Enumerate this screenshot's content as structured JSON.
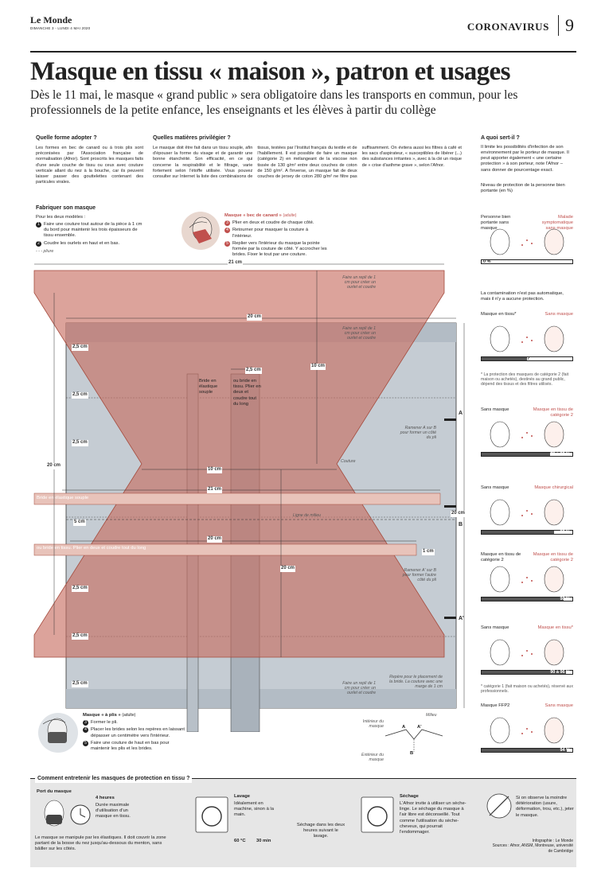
{
  "masthead": {
    "paper": "Le Monde",
    "date": "DIMANCHE 3 - LUNDI 4 MAI 2020",
    "section": "CORONAVIRUS",
    "page": "9"
  },
  "headline": "Masque en tissu « maison », patron et usages",
  "standfirst": "Dès le 11 mai, le masque « grand public » sera obligatoire dans les transports en commun, pour les professionnels de la petite enfance, les enseignants et les élèves à partir du collège",
  "forme": {
    "title": "Quelle forme adopter ?",
    "text": "Les formes en bec de canard ou à trois plis sont préconisées par l'Association française de normalisation (Afnor). Sont proscrits les masques faits d'une seule couche de tissu ou ceux avec couture verticale allant du nez à la bouche, car ils peuvent laisser passer des gouttelettes contenant des particules virales."
  },
  "matieres": {
    "title": "Quelles matières privilégier ?",
    "text": "Le masque doit être fait dans un tissu souple, afin d'épouser la forme du visage et de garantir une bonne étanchéité. Son efficacité, en ce qui concerne la respirabilité et le filtrage, varie fortement selon l'étoffe utilisée. Vous pouvez consulter sur Internet la liste des combinaisons de tissus, testées par l'Institut français du textile et de l'habillement. Il est possible de faire un masque (catégorie 2) en mélangeant de la viscose non tissée de 130 g/m² entre deux couches de coton de 150 g/m². A l'inverse, un masque fait de deux couches de jersey de coton 280 g/m² ne filtre pas suffisamment. On évitera aussi les filtres à café et les sacs d'aspirateur, « susceptibles de libérer (...) des substances irritantes », avec à la clé un risque de « crise d'asthme grave », selon l'Afnor."
  },
  "fabriquer": {
    "title": "Fabriquer son masque",
    "intro": "Pour les deux modèles :",
    "steps": [
      {
        "n": "1",
        "text": "Faire une couture tout autour de la pièce à 1 cm du bord pour maintenir les trois épaisseurs de tissu ensemble."
      },
      {
        "n": "2",
        "text": "Coudre les ourlets en haut et en bas."
      }
    ],
    "pliure": "pliure"
  },
  "bec": {
    "title": "Masque « bec de canard »",
    "suffix": "(adulte)",
    "steps": [
      {
        "n": "3",
        "text": "Plier en deux et coudre de chaque côté."
      },
      {
        "n": "4",
        "text": "Retourner pour masquer la couture à l'intérieur."
      },
      {
        "n": "5",
        "text": "Replier vers l'intérieur du masque la pointe formée par la couture de côté. Y accrocher les brides. Fixer le tout par une couture."
      }
    ]
  },
  "plis": {
    "title": "Masque « à plis »",
    "suffix": "(adulte)",
    "steps": [
      {
        "n": "3",
        "text": "Former le pli."
      },
      {
        "n": "4",
        "text": "Placer les brides selon les repères en laissant dépasser un centimètre vers l'intérieur."
      },
      {
        "n": "5",
        "text": "Faire une couture de haut en bas pour maintenir les plis et les brides."
      }
    ]
  },
  "pattern": {
    "d21": "21 cm",
    "d20": "20 cm",
    "d10": "10 cm",
    "d2_5": "2,5 cm",
    "d5": "5 cm",
    "d1": "1 cm",
    "ourlet": "Faire un repli de 1 cm pour créer un ourlet et coudre",
    "bride_souple": "Bride en élastique souple",
    "bride_tissu": "ou bride en tissu. Plier en deux et coudre tout du long",
    "bride_bar": "Bride en élastique souple",
    "tissu_bar": "ou bride en tissu. Plier en deux et coudre tout du long",
    "ramener_a": "Ramener A sur B pour former un côté du pli",
    "ramener_a2": "Ramener A' sur B pour former l'autre côté du pli",
    "couture": "Couture",
    "milieu": "Ligne de milieu",
    "repere": "Repère pour le placement de la bride. La couture avec une marge de 1 cm",
    "A": "A",
    "B": "B",
    "A2": "A'",
    "interieur": "Intérieur du masque",
    "exterieur": "Extérieur du masque",
    "milieu_small": "Milieu"
  },
  "aquoi": {
    "title": "A quoi sert-il ?",
    "text": "Il limite les possibilités d'infection de son environnement par le porteur de masque. Il peut apporter également « une certaine protection » à son porteur, note l'Afnor – sans donner de pourcentage exact.",
    "niveau": "Niveau de protection de la personne bien portante (en %)",
    "rows": [
      {
        "left": "Personne bien portante sans masque",
        "right": "Malade symptomatique sans masque",
        "value": 0,
        "label": "0 %"
      },
      {
        "left": "Masque en tissu*",
        "right": "Sans masque",
        "value": 50,
        "label": "?"
      },
      {
        "left": "Sans masque",
        "right": "Masque en tissu de catégorie 2",
        "value": 75,
        "label": "70 à 80 %"
      },
      {
        "left": "Sans masque",
        "right": "Masque chirurgical",
        "value": 80,
        "label": "80 %"
      },
      {
        "left": "Masque en tissu de catégorie 2",
        "right": "Masque en tissu de catégorie 2",
        "value": 90,
        "label": "90 %"
      },
      {
        "left": "Sans masque",
        "right": "Masque en tissu*",
        "value": 93,
        "label": "90 à 96 %"
      },
      {
        "left": "Masque FFP2",
        "right": "Sans masque",
        "value": 94,
        "label": "94 %"
      }
    ],
    "contamination": "La contamination n'est pas automatique, mais il n'y a aucune protection.",
    "note1": "* La protection des masques de catégorie 2 (fait maison ou achetés), destinés au grand public, dépend des tissus et des filtres utilisés.",
    "note2": "* catégorie 1 (fait maison ou achetés), réservé aux professionnels."
  },
  "entretien": {
    "title": "Comment entretenir les masques de protection en tissu ?",
    "port": "Port du masque",
    "heures": "4 heures",
    "duree": "Durée maximale d'utilisation d'un masque en tissu.",
    "manip": "Le masque se manipule par les élastiques. Il doit couvrir la zone partant de la bosse du nez jusqu'au-dessous du menton, sans bâiller sur les côtés.",
    "lavage": "Lavage",
    "lavage_text": "Idéalement en machine, sinon à la main.",
    "temp": "60 °C",
    "min": "30 min",
    "sechage_delai": "Séchage dans les deux heures suivant le lavage.",
    "sechage": "Séchage",
    "sechage_text": "L'Afnor invite à utiliser un sèche-linge. Le séchage du masque à l'air libre est déconseillé. Tout comme l'utilisation du sèche-cheveux, qui pourrait l'endommager.",
    "deterioration": "Si on observe la moindre détérioration (usure, déformation, trou, etc.), jeter le masque.",
    "credit": "Infographie : Le Monde",
    "sources": "Sources : Afnor, ANSM, Montreuse, université de Cambridge"
  },
  "colors": {
    "accent": "#c0504d",
    "pattern_red": "#c76b5e",
    "pattern_grey": "#9aa7b3"
  }
}
